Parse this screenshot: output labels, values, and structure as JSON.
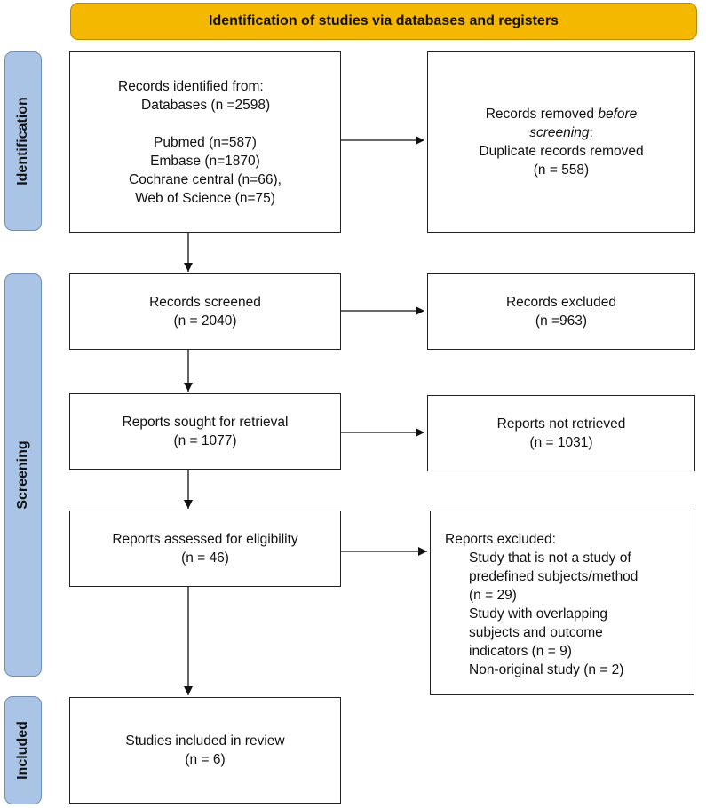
{
  "banner": {
    "title": "Identification of studies via databases and registers"
  },
  "stages": {
    "identification": "Identification",
    "screening": "Screening",
    "included": "Included"
  },
  "identification": {
    "records_identified": {
      "heading": "Records identified from:",
      "databases": "Databases (n =2598)",
      "sources": [
        "Pubmed (n=587)",
        "Embase (n=1870)",
        "Cochrane central (n=66),",
        "Web of Science (n=75)"
      ]
    },
    "records_removed": {
      "line1_prefix": "Records removed ",
      "line1_em": "before",
      "line2_em": "screening",
      "line2_suffix": ":",
      "detail": "Duplicate records removed",
      "count": "(n = 558)"
    }
  },
  "screening": {
    "records_screened": {
      "label": "Records screened",
      "count": "(n = 2040)"
    },
    "records_excluded": {
      "label": "Records excluded",
      "count": "(n =963)"
    },
    "reports_sought": {
      "label": "Reports sought for retrieval",
      "count": "(n = 1077)"
    },
    "reports_not_retrieved": {
      "label": "Reports not retrieved",
      "count": "(n = 1031)"
    },
    "reports_assessed": {
      "label": "Reports assessed for eligibility",
      "count": "(n = 46)"
    },
    "reports_excluded": {
      "heading": "Reports excluded:",
      "reasons": [
        "Study that is not a study of",
        "predefined subjects/method",
        "(n = 29)",
        "Study with overlapping",
        "subjects and outcome",
        "indicators (n = 9)",
        "Non-original study (n = 2)"
      ]
    }
  },
  "included": {
    "studies_included": {
      "label": "Studies included in review",
      "count": "(n = 6)"
    }
  }
}
